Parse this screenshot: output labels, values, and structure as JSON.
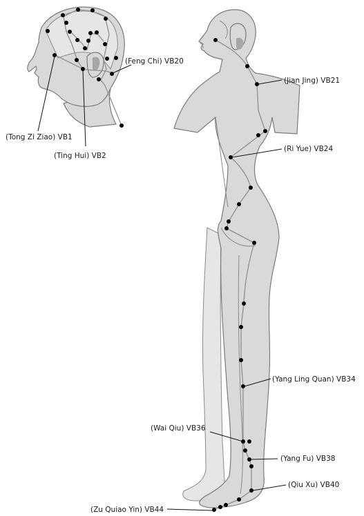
{
  "labels": {
    "vb1": "(Tong Zi Ziao) VB1",
    "vb2": "(Ting Hui) VB2",
    "vb20": "(Feng Chi) VB20",
    "vb21": "(Jian Jing) VB21",
    "vb24": "(Ri Yue) VB24",
    "vb34": "(Yang Ling Quan) VB34",
    "vb36": "(Wai Qiu) VB36",
    "vb38": "(Yang Fu) VB38",
    "vb40": "(Qiu Xu) VB40",
    "vb44": "(Zu Quiao Yin) VB44"
  },
  "colors": {
    "body_fill": "#d9d9d9",
    "outline": "#7a7a7a",
    "meridian_line": "#8f8f8f",
    "point": "#000000"
  }
}
